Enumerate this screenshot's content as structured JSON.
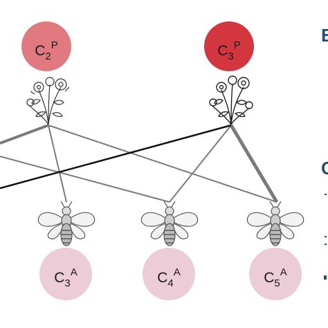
{
  "plants": [
    {
      "id": "C2P",
      "base": "C",
      "sub": "2",
      "sup": "P",
      "color": "#e07a80"
    },
    {
      "id": "C3P",
      "base": "C",
      "sub": "3",
      "sup": "P",
      "color": "#d4363f"
    }
  ],
  "animals": [
    {
      "id": "C3A",
      "base": "C",
      "sub": "3",
      "sup": "A",
      "color": "#ecccd6"
    },
    {
      "id": "C4A",
      "base": "C",
      "sub": "4",
      "sup": "A",
      "color": "#ecccd6"
    },
    {
      "id": "C5A",
      "base": "C",
      "sub": "5",
      "sup": "A",
      "color": "#ecccd6"
    }
  ],
  "edge_letters": {
    "top": "B",
    "middle": "C",
    "accent_color": "#1f4e6e"
  },
  "icons": {
    "plant": "flower-icon",
    "animal": "bee-icon"
  },
  "line_color": "#7a7a7a",
  "dark_line_color": "#111111"
}
